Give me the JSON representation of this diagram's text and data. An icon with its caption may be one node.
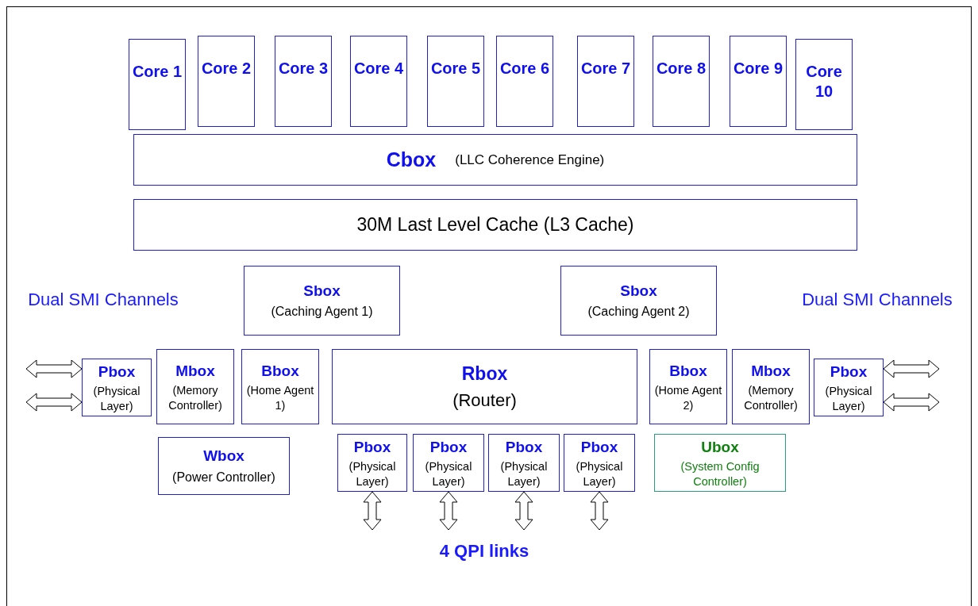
{
  "diagram": {
    "nodes": [
      {
        "text": [
          "Core 1"
        ]
      },
      {
        "text": [
          "Core 2"
        ]
      },
      {
        "text": [
          "Core 3"
        ]
      },
      {
        "text": [
          "Core 4"
        ]
      },
      {
        "text": [
          "Core 5"
        ]
      },
      {
        "text": [
          "Core 6"
        ]
      },
      {
        "text": [
          "Core 7"
        ]
      },
      {
        "text": [
          "Core 8"
        ]
      },
      {
        "text": [
          "Core 9"
        ]
      },
      {
        "text": [
          "Core 10"
        ]
      },
      {
        "text": [
          "Cbox",
          "(LLC Coherence Engine)"
        ]
      },
      {
        "text": [
          "30M Last Level Cache (L3 Cache)"
        ]
      },
      {
        "text": [
          "Sbox",
          "(Caching Agent 1)"
        ]
      },
      {
        "text": [
          "Sbox",
          "(Caching Agent 2)"
        ]
      },
      {
        "text": [
          "Pbox",
          "(Physical Layer)"
        ]
      },
      {
        "text": [
          "Mbox",
          "(Memory Controller)"
        ]
      },
      {
        "text": [
          "Bbox",
          "(Home Agent 1)"
        ]
      },
      {
        "text": [
          "Rbox",
          "(Router)"
        ]
      },
      {
        "text": [
          "Bbox",
          "(Home Agent 2)"
        ]
      },
      {
        "text": [
          "Mbox",
          "(Memory Controller)"
        ]
      },
      {
        "text": [
          "Pbox",
          "(Physical Layer)"
        ]
      },
      {
        "text": [
          "Wbox",
          "(Power Controller)"
        ]
      },
      {
        "text": [
          "Pbox",
          "(Physical Layer)"
        ]
      },
      {
        "text": [
          "Pbox",
          "(Physical Layer)"
        ]
      },
      {
        "text": [
          "Pbox",
          "(Physical Layer)"
        ]
      },
      {
        "text": [
          "Pbox",
          "(Physical Layer)"
        ]
      },
      {
        "text": [
          "Ubox",
          "(System Config Controller)"
        ]
      }
    ],
    "edges": [
      {
        "from": null,
        "to": 14,
        "arrow": "both"
      },
      {
        "from": null,
        "to": 14,
        "arrow": "both"
      },
      {
        "from": 20,
        "to": null,
        "arrow": "both"
      },
      {
        "from": 20,
        "to": null,
        "arrow": "both"
      },
      {
        "from": 22,
        "to": null,
        "arrow": "both"
      },
      {
        "from": 23,
        "to": null,
        "arrow": "both"
      },
      {
        "from": 24,
        "to": null,
        "arrow": "both"
      },
      {
        "from": 25,
        "to": null,
        "arrow": "both"
      }
    ],
    "labels": [
      "Dual SMI Channels",
      "Dual SMI Channels",
      "4 QPI links"
    ]
  }
}
